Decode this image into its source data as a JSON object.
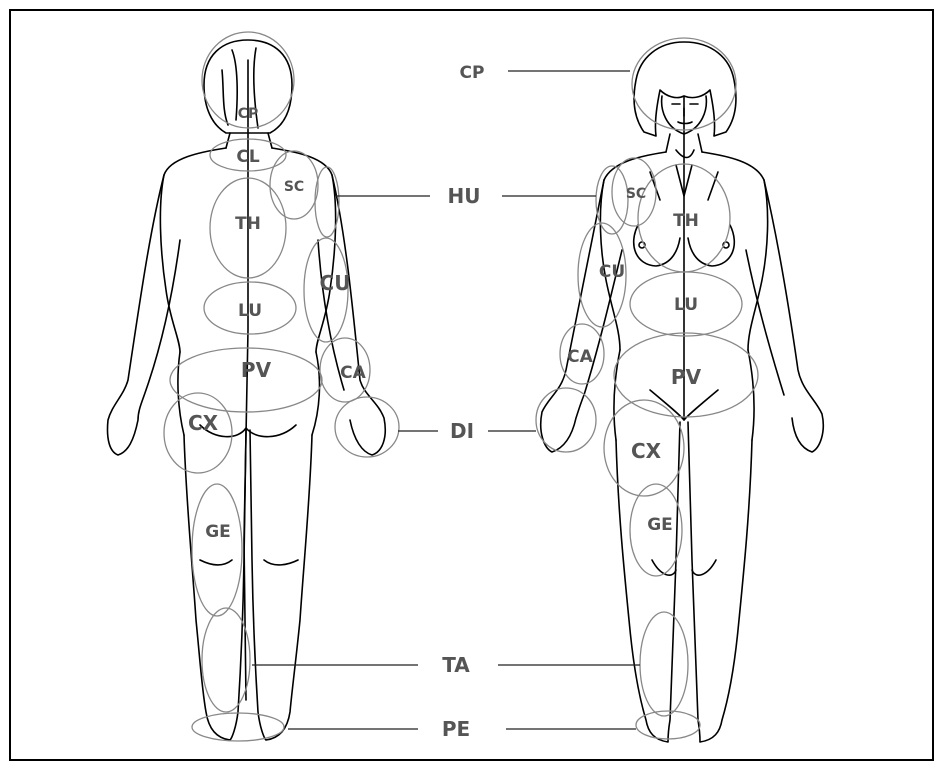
{
  "labels": {
    "back": {
      "cp": "CP",
      "cl": "CL",
      "sc": "SC",
      "th": "TH",
      "cu": "CU",
      "lu": "LU",
      "pv": "PV",
      "ca": "CA",
      "cx": "CX",
      "ge": "GE"
    },
    "front": {
      "sc": "SC",
      "th": "TH",
      "cu": "CU",
      "lu": "LU",
      "ca": "CA",
      "pv": "PV",
      "cx": "CX",
      "ge": "GE"
    },
    "center": {
      "cp": "CP",
      "hu": "HU",
      "di": "DI",
      "ta": "TA",
      "pe": "PE"
    }
  }
}
